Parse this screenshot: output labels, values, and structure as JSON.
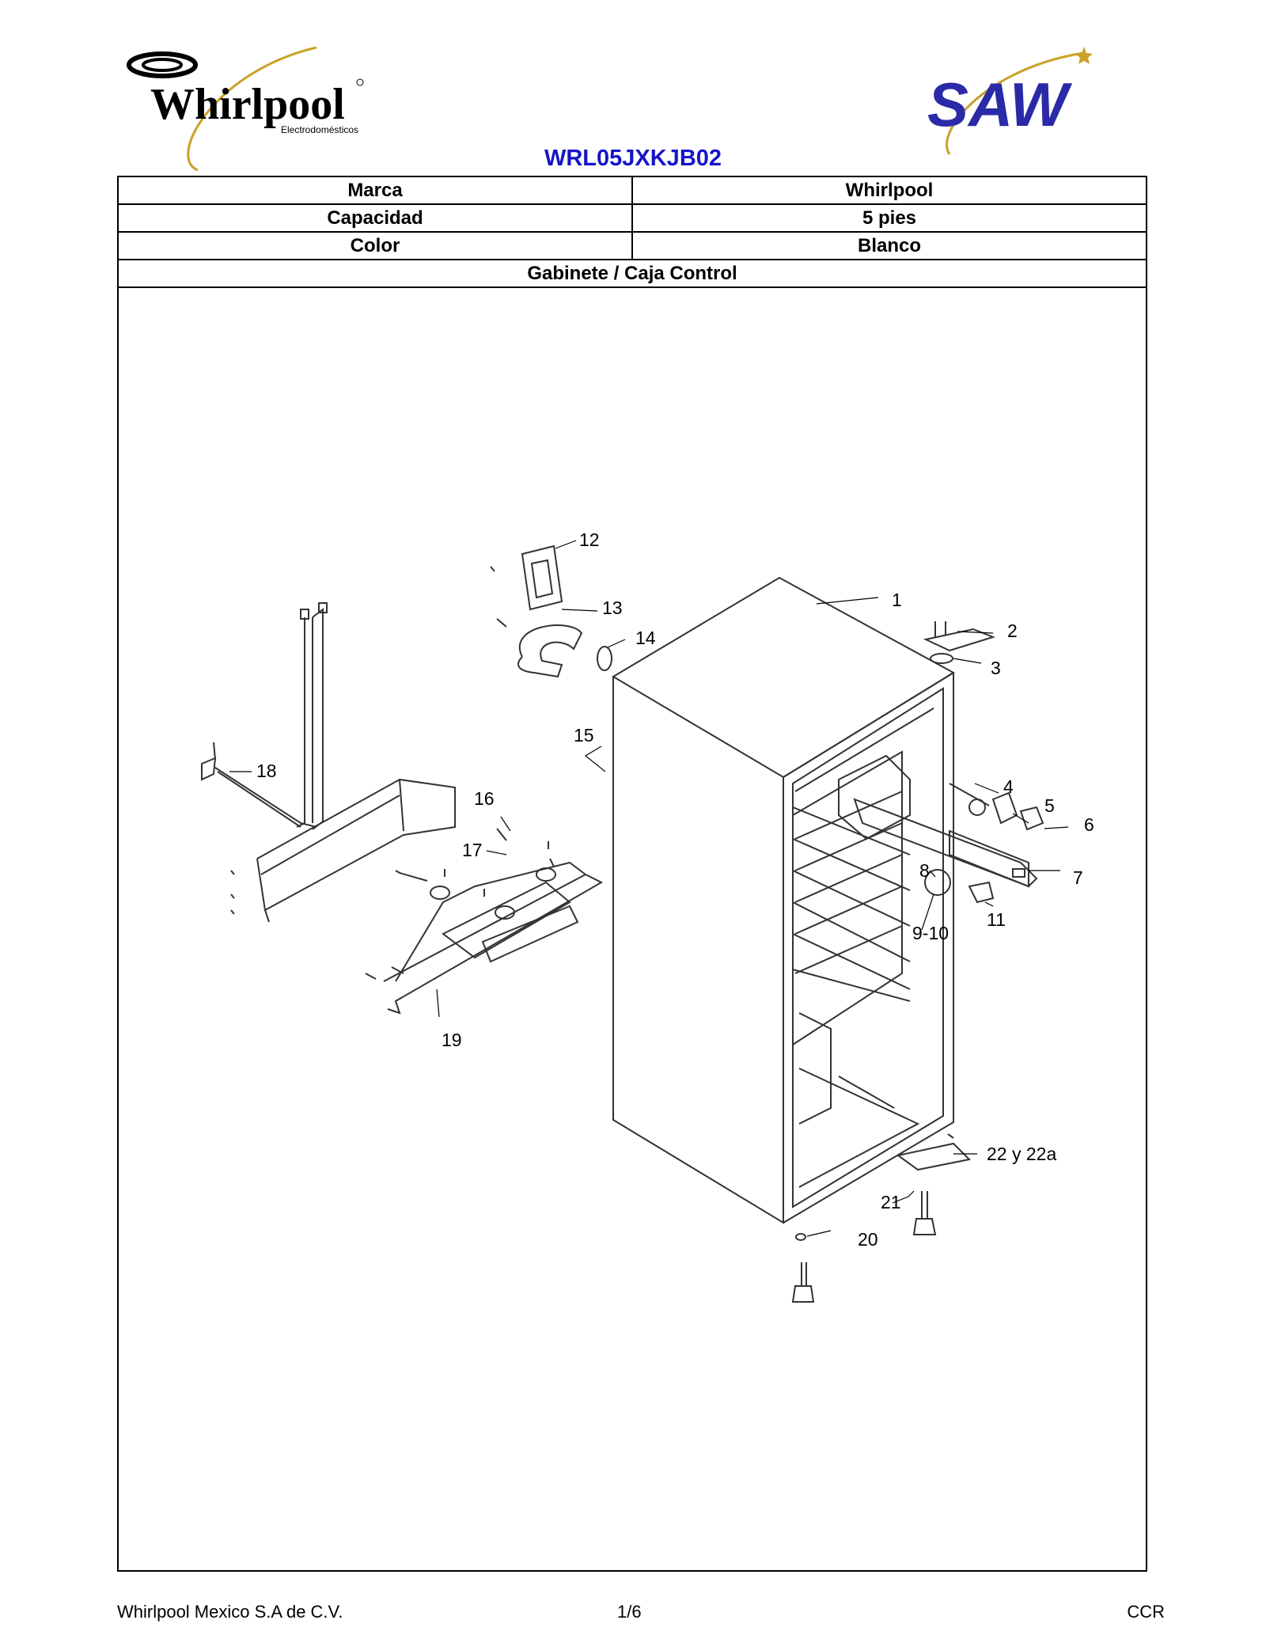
{
  "header": {
    "brand_logo_text": "Whirlpool",
    "brand_logo_subtext": "Electrodomésticos",
    "partner_logo_text": "SAW",
    "model": "WRL05JXKJB02"
  },
  "specs": [
    {
      "label": "Marca",
      "value": "Whirlpool"
    },
    {
      "label": "Capacidad",
      "value": "5 pies"
    },
    {
      "label": "Color",
      "value": "Blanco"
    }
  ],
  "section_title": "Gabinete / Caja Control",
  "callouts": [
    "1",
    "2",
    "3",
    "4",
    "5",
    "6",
    "7",
    "8",
    "9-10",
    "11",
    "12",
    "13",
    "14",
    "15",
    "16",
    "17",
    "18",
    "19",
    "20",
    "21",
    "22 y 22a"
  ],
  "footer": {
    "company": "Whirlpool Mexico S.A de C.V.",
    "page": "1/6",
    "code": "CCR"
  },
  "colors": {
    "model": "#1515c8",
    "logo_gold": "#c9a227",
    "saw_blue": "#2a2aa8"
  }
}
